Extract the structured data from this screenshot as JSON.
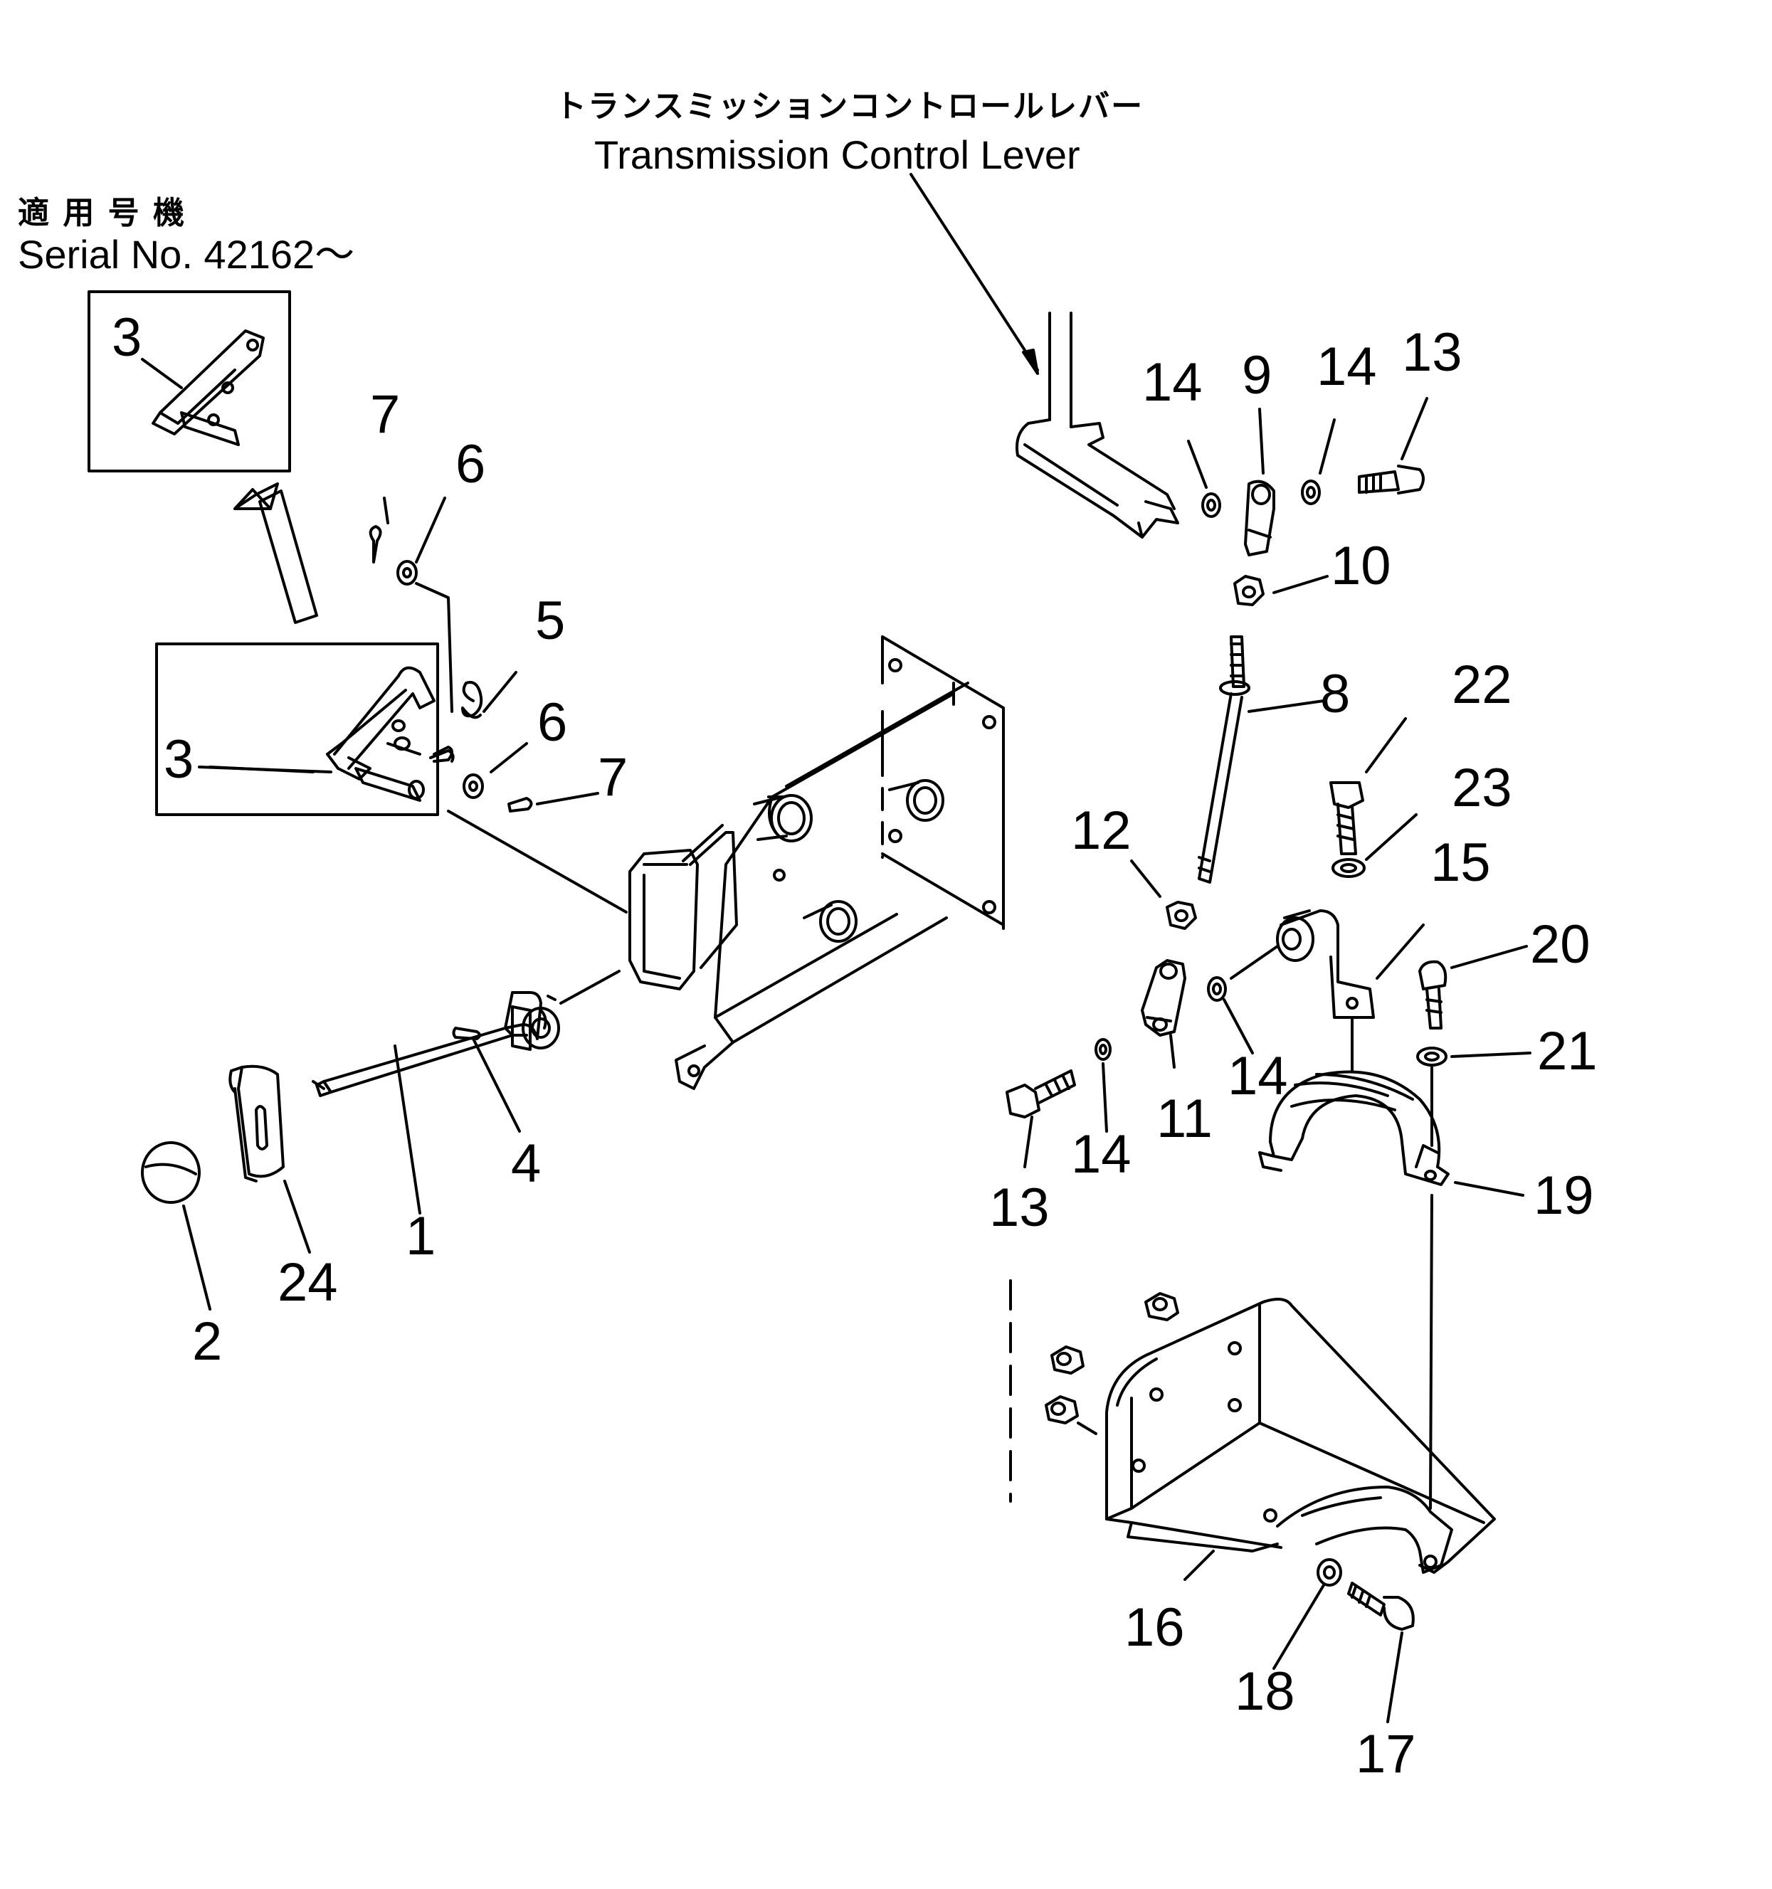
{
  "header": {
    "title_jp": "トランスミッションコントロールレバー",
    "title_en": "Transmission Control Lever"
  },
  "serial": {
    "label_jp": "適 用 号 機",
    "label_en": "Serial No. 42162～"
  },
  "callouts": {
    "c1": "1",
    "c2": "2",
    "c3a": "3",
    "c3b": "3",
    "c4": "4",
    "c5": "5",
    "c6a": "6",
    "c6b": "6",
    "c7a": "7",
    "c7b": "7",
    "c8": "8",
    "c9": "9",
    "c10": "10",
    "c11": "11",
    "c12": "12",
    "c13a": "13",
    "c13b": "13",
    "c14a": "14",
    "c14b": "14",
    "c14c": "14",
    "c14d": "14",
    "c15": "15",
    "c16": "16",
    "c17": "17",
    "c18": "18",
    "c19": "19",
    "c20": "20",
    "c21": "21",
    "c22": "22",
    "c23": "23",
    "c24": "24"
  }
}
